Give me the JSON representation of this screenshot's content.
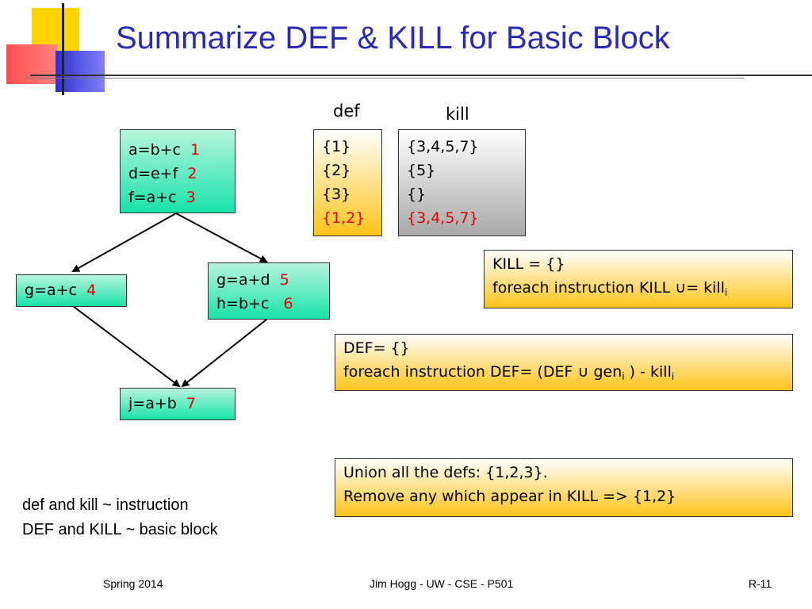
{
  "title": "Summarize DEF & KILL for Basic Block",
  "headers": {
    "def": "def",
    "kill": "kill"
  },
  "blocks": {
    "b1": {
      "lines": [
        {
          "code": "a=b+c",
          "num": "1"
        },
        {
          "code": "d=e+f",
          "num": "2"
        },
        {
          "code": "f=a+c",
          "num": "3"
        }
      ]
    },
    "b2": {
      "lines": [
        {
          "code": "g=a+c",
          "num": "4"
        }
      ]
    },
    "b3": {
      "lines": [
        {
          "code": "g=a+d",
          "num": "5"
        },
        {
          "code": "h=b+c",
          "num": "6"
        }
      ]
    },
    "b4": {
      "lines": [
        {
          "code": "j=a+b",
          "num": "7"
        }
      ]
    }
  },
  "def_values": [
    "{1}",
    "{2}",
    "{3}",
    "{1,2}"
  ],
  "kill_values": [
    "{3,4,5,7}",
    "{5}",
    "{}",
    "{3,4,5,7}"
  ],
  "kill_rule": {
    "line1": "KILL = {}",
    "line2_pre": "foreach instruction KILL ",
    "union": "∪",
    "line2_mid": "= kill",
    "sub": "i"
  },
  "def_rule": {
    "line1": "DEF= {}",
    "line2_pre": "foreach instruction DEF= (DEF ",
    "union": "∪",
    "line2_mid": " gen",
    "sub1": "i",
    "line2_post": " ) - kill",
    "sub2": "i"
  },
  "union_note": {
    "line1": "Union all the defs: {1,2,3}.",
    "line2": "Remove any which appear in KILL => {1,2}"
  },
  "notes": {
    "line1": "def and kill ~ instruction",
    "line2": "DEF and KILL ~ basic block"
  },
  "footer": {
    "left": "Spring 2014",
    "center": "Jim Hogg - UW - CSE - P501",
    "right": "R-11"
  },
  "colors": {
    "title": "#2a2ab8",
    "number": "#e00000",
    "green_box": "#18e3a8",
    "orange_box": "#ffc41a"
  }
}
